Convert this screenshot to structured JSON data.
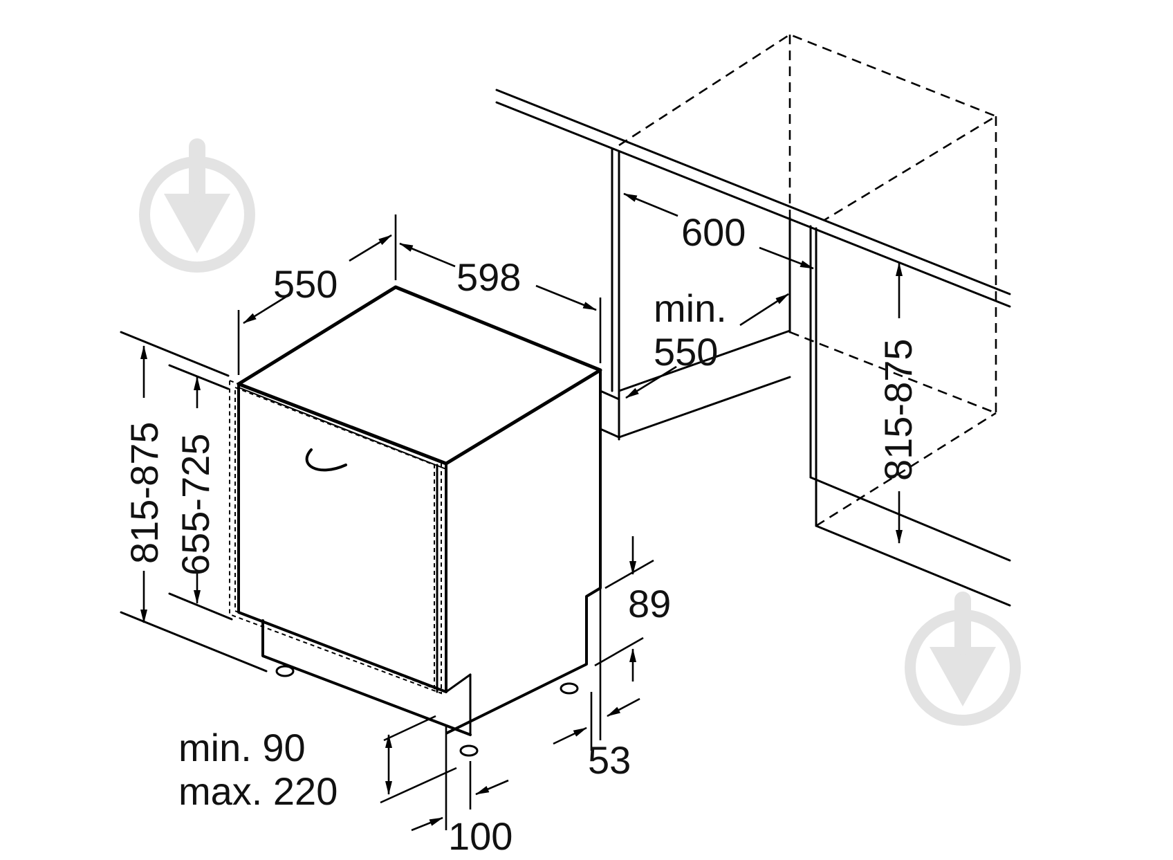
{
  "labels": {
    "depth": "550",
    "width": "598",
    "niche_width": "600",
    "niche_depth_min": "min.",
    "niche_depth_value": "550",
    "height_range_left": "815-875",
    "door_height_range": "655-725",
    "height_range_right": "815-875",
    "plinth_height": "89",
    "plinth_gap": "53",
    "plinth_min": "min. 90",
    "plinth_max": "max. 220",
    "foot_setback": "100"
  },
  "icons": [
    "watermark-logo-icon"
  ],
  "colors": {
    "line": "#000000",
    "background": "#ffffff",
    "watermark": "#e3e3e3"
  }
}
